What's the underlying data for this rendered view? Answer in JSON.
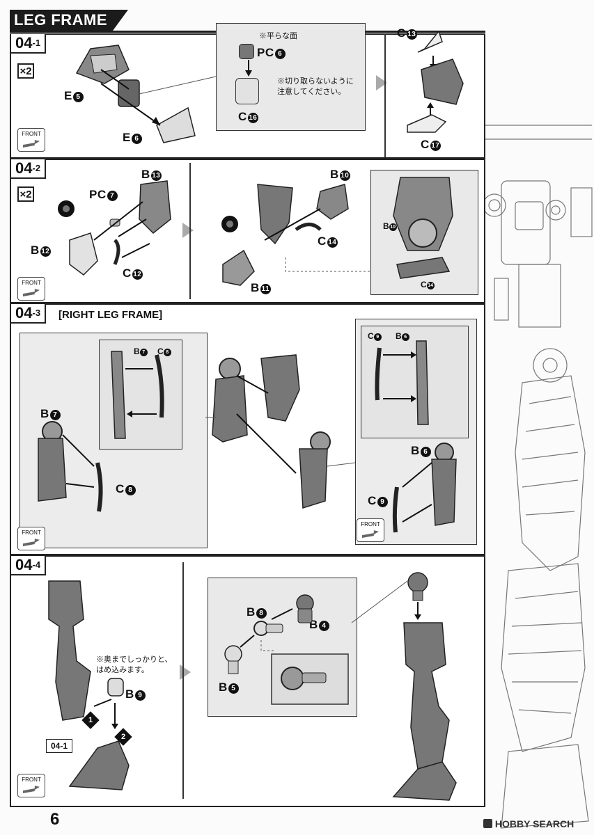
{
  "header": {
    "title": "LEG FRAME"
  },
  "steps": {
    "s1": {
      "label_main": "04",
      "label_sub": "-1",
      "quantity": "×2",
      "parts": {
        "e5": {
          "letter": "E",
          "num": "5"
        },
        "e6": {
          "letter": "E",
          "num": "6"
        },
        "pc6": {
          "letter": "PC",
          "num": "6"
        },
        "c16": {
          "letter": "C",
          "num": "16"
        },
        "c13": {
          "letter": "C",
          "num": "13"
        },
        "c17": {
          "letter": "C",
          "num": "17"
        }
      },
      "note_flat": "※平らな面",
      "note_cut": "※切り取らないように",
      "note_cut2": "注意してください。"
    },
    "s2": {
      "label_main": "04",
      "label_sub": "-2",
      "quantity": "×2",
      "parts": {
        "b13": {
          "letter": "B",
          "num": "13"
        },
        "pc7": {
          "letter": "PC",
          "num": "7"
        },
        "b12": {
          "letter": "B",
          "num": "12"
        },
        "c12": {
          "letter": "C",
          "num": "12"
        },
        "b10": {
          "letter": "B",
          "num": "10"
        },
        "c14": {
          "letter": "C",
          "num": "14"
        },
        "b11": {
          "letter": "B",
          "num": "11"
        },
        "b10_detail": {
          "letter": "B",
          "num": "10"
        },
        "c14_detail": {
          "letter": "C",
          "num": "14"
        }
      }
    },
    "s3": {
      "label_main": "04",
      "label_sub": "-3",
      "subtitle": "[RIGHT LEG FRAME]",
      "parts": {
        "b7": {
          "letter": "B",
          "num": "7"
        },
        "c8": {
          "letter": "C",
          "num": "8"
        },
        "b7_detail": {
          "letter": "B",
          "num": "7"
        },
        "c8_detail": {
          "letter": "C",
          "num": "8"
        },
        "c9_detail": {
          "letter": "C",
          "num": "9"
        },
        "b6_detail": {
          "letter": "B",
          "num": "6"
        },
        "b6": {
          "letter": "B",
          "num": "6"
        },
        "c9": {
          "letter": "C",
          "num": "9"
        }
      }
    },
    "s4": {
      "label_main": "04",
      "label_sub": "-4",
      "note_1": "※奥までしっかりと、",
      "note_2": "はめ込みます。",
      "ref_step": "04-1",
      "parts": {
        "b9": {
          "letter": "B",
          "num": "9"
        },
        "b8": {
          "letter": "B",
          "num": "8"
        },
        "b4": {
          "letter": "B",
          "num": "4"
        },
        "b5": {
          "letter": "B",
          "num": "5"
        }
      },
      "order_1": "1",
      "order_2": "2"
    }
  },
  "front_label": "FRONT",
  "footer": {
    "page_number": "6",
    "watermark": "HOBBY SEARCH"
  }
}
